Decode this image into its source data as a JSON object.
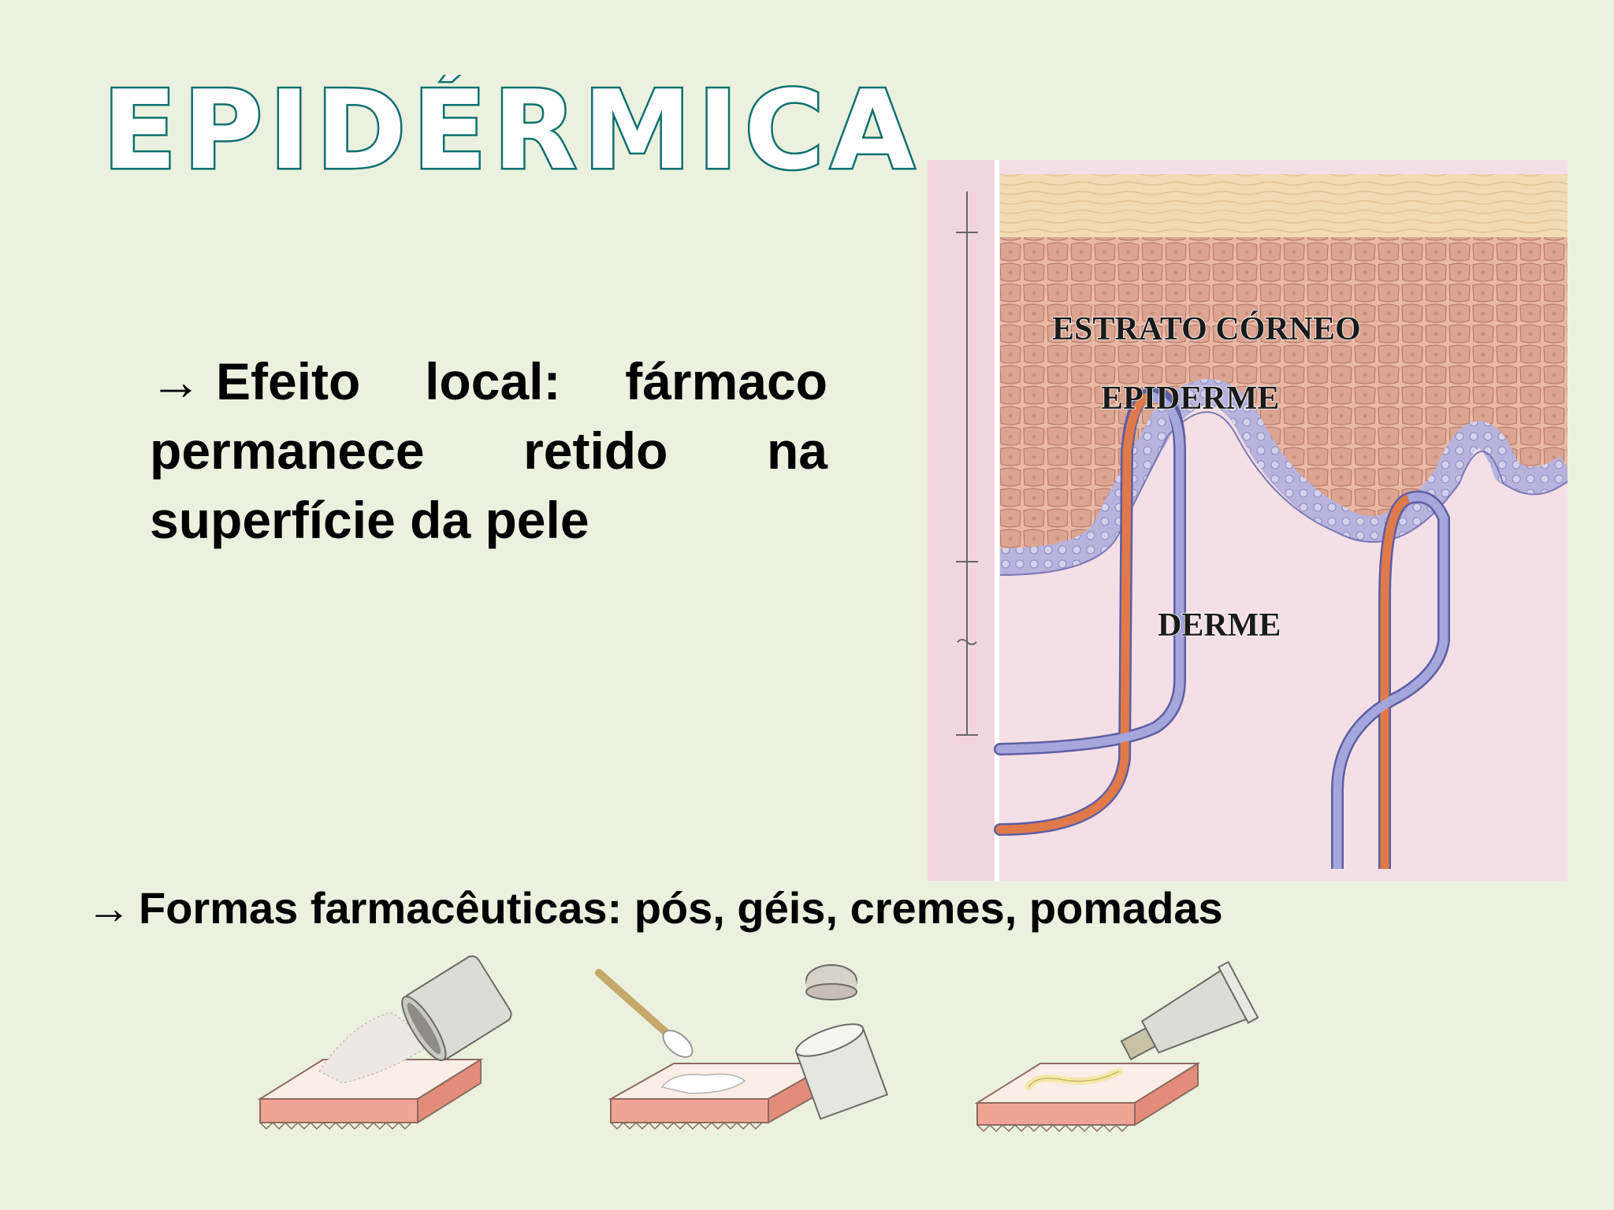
{
  "slide": {
    "title": "EPIDÉRMICA",
    "bullet_local": {
      "arrow": "→",
      "text": "Efeito local: fármaco permanece retido na superfície da pele"
    },
    "bullet_forms": {
      "arrow": "→",
      "text": "Formas farmacêuticas: pós, géis, cremes, pomadas"
    }
  },
  "skin_diagram": {
    "labels": {
      "stratum_corneum": "ESTRATO CÓRNEO",
      "epidermis": "EPIDERME",
      "dermis": "DERME"
    }
  },
  "application_figures": [
    {
      "icon": "powder-shaker-icon"
    },
    {
      "icon": "cream-jar-spatula-icon"
    },
    {
      "icon": "ointment-tube-icon"
    }
  ],
  "colors": {
    "background": "#ebf1de",
    "title_outline": "#0f7070",
    "title_fill": "#ffffff",
    "dermis": "#f3dbe3",
    "epidermis_cells": "#d9a090",
    "stratum_corneum": "#f2dcb4",
    "basal_layer": "#a9a6d4",
    "artery": "#e07a4a",
    "vein": "#7b7ec4"
  }
}
